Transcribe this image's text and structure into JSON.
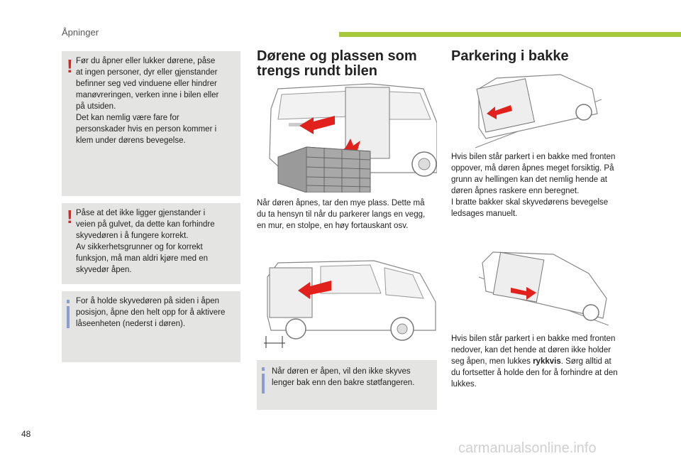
{
  "header": {
    "section": "Åpninger"
  },
  "colors": {
    "accent_bar": "#a7c83a",
    "warning": "#e2211c",
    "info": "#8a9bd6",
    "box_bg": "#e4e4e3"
  },
  "left_column": {
    "warning1": [
      "Før du åpner eller lukker dørene, påse",
      "at ingen personer, dyr eller gjenstander",
      "befinner seg ved vinduene eller hindrer",
      "manøvreringen, verken inne i bilen eller",
      "på utsiden.",
      "Det kan nemlig være fare for",
      "personskader hvis en person kommer i",
      "klem under dørens bevegelse."
    ],
    "warning2": [
      "Påse at det ikke ligger gjenstander i",
      "veien på gulvet, da dette kan forhindre",
      "skyvedøren i å fungere korrekt.",
      "Av sikkerhetsgrunner og for korrekt",
      "funksjon, må man aldri kjøre med en",
      "skyvedør åpen."
    ],
    "info1": [
      "For å holde skyvedøren på siden i åpen",
      "posisjon, åpne den helt opp for å aktivere",
      "låseenheten (nederst i døren)."
    ]
  },
  "middle_column": {
    "title_lines": [
      "Dørene og plassen som",
      "trengs rundt bilen"
    ],
    "text": [
      "Når døren åpnes, tar den mye plass. Dette må",
      "du ta hensyn til når du parkerer langs en vegg,",
      "en mur, en stolpe, en høy fortauskant osv."
    ],
    "info": [
      "Når døren er åpen, vil den ikke skyves",
      "lenger bak enn den bakre støtfangeren."
    ]
  },
  "right_column": {
    "title": "Parkering i bakke",
    "text1": [
      "Hvis bilen står parkert i en bakke med fronten",
      "oppover, må døren åpnes meget forsiktig. På",
      "grunn av hellingen kan det nemlig hende at",
      "døren åpnes raskere enn beregnet.",
      "I bratte bakker skal skyvedørens bevegelse",
      "ledsages manuelt."
    ],
    "text2_lines": [
      "Hvis bilen står parkert i en bakke med fronten",
      "nedover, kan det hende at døren ikke holder"
    ],
    "text2_pre": "seg åpen, men lukkes ",
    "text2_bold": "rykkvis",
    "text2_post": ". Sørg alltid at",
    "text2_tail": [
      "du fortsetter å holde den for å forhindre at den",
      "lukkes."
    ]
  },
  "footer": {
    "page_number": "48",
    "watermark": "carmanualsonline.info"
  }
}
